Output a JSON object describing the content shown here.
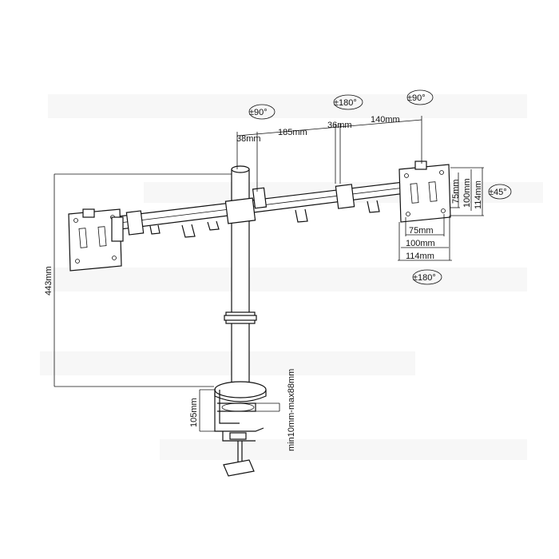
{
  "dimensions": {
    "seg_38": "38mm",
    "seg_185": "185mm",
    "seg_36": "36mm",
    "seg_140": "140mm",
    "height_443": "443mm",
    "clamp_105": "105mm",
    "clamp_range": "min10mm-max88mm",
    "vesa_75h": "75mm",
    "vesa_100h": "100mm",
    "vesa_114h": "114mm",
    "vesa_75w": "75mm",
    "vesa_100w": "100mm",
    "vesa_114w": "114mm"
  },
  "rotations": {
    "tilt_left": "±90°",
    "swivel_mid": "±180°",
    "tilt_right": "±90°",
    "rotate": "±45°",
    "swivel_bottom": "±180°"
  },
  "colors": {
    "line": "#111111",
    "background": "#ffffff",
    "watermark": "#eeeeee"
  }
}
